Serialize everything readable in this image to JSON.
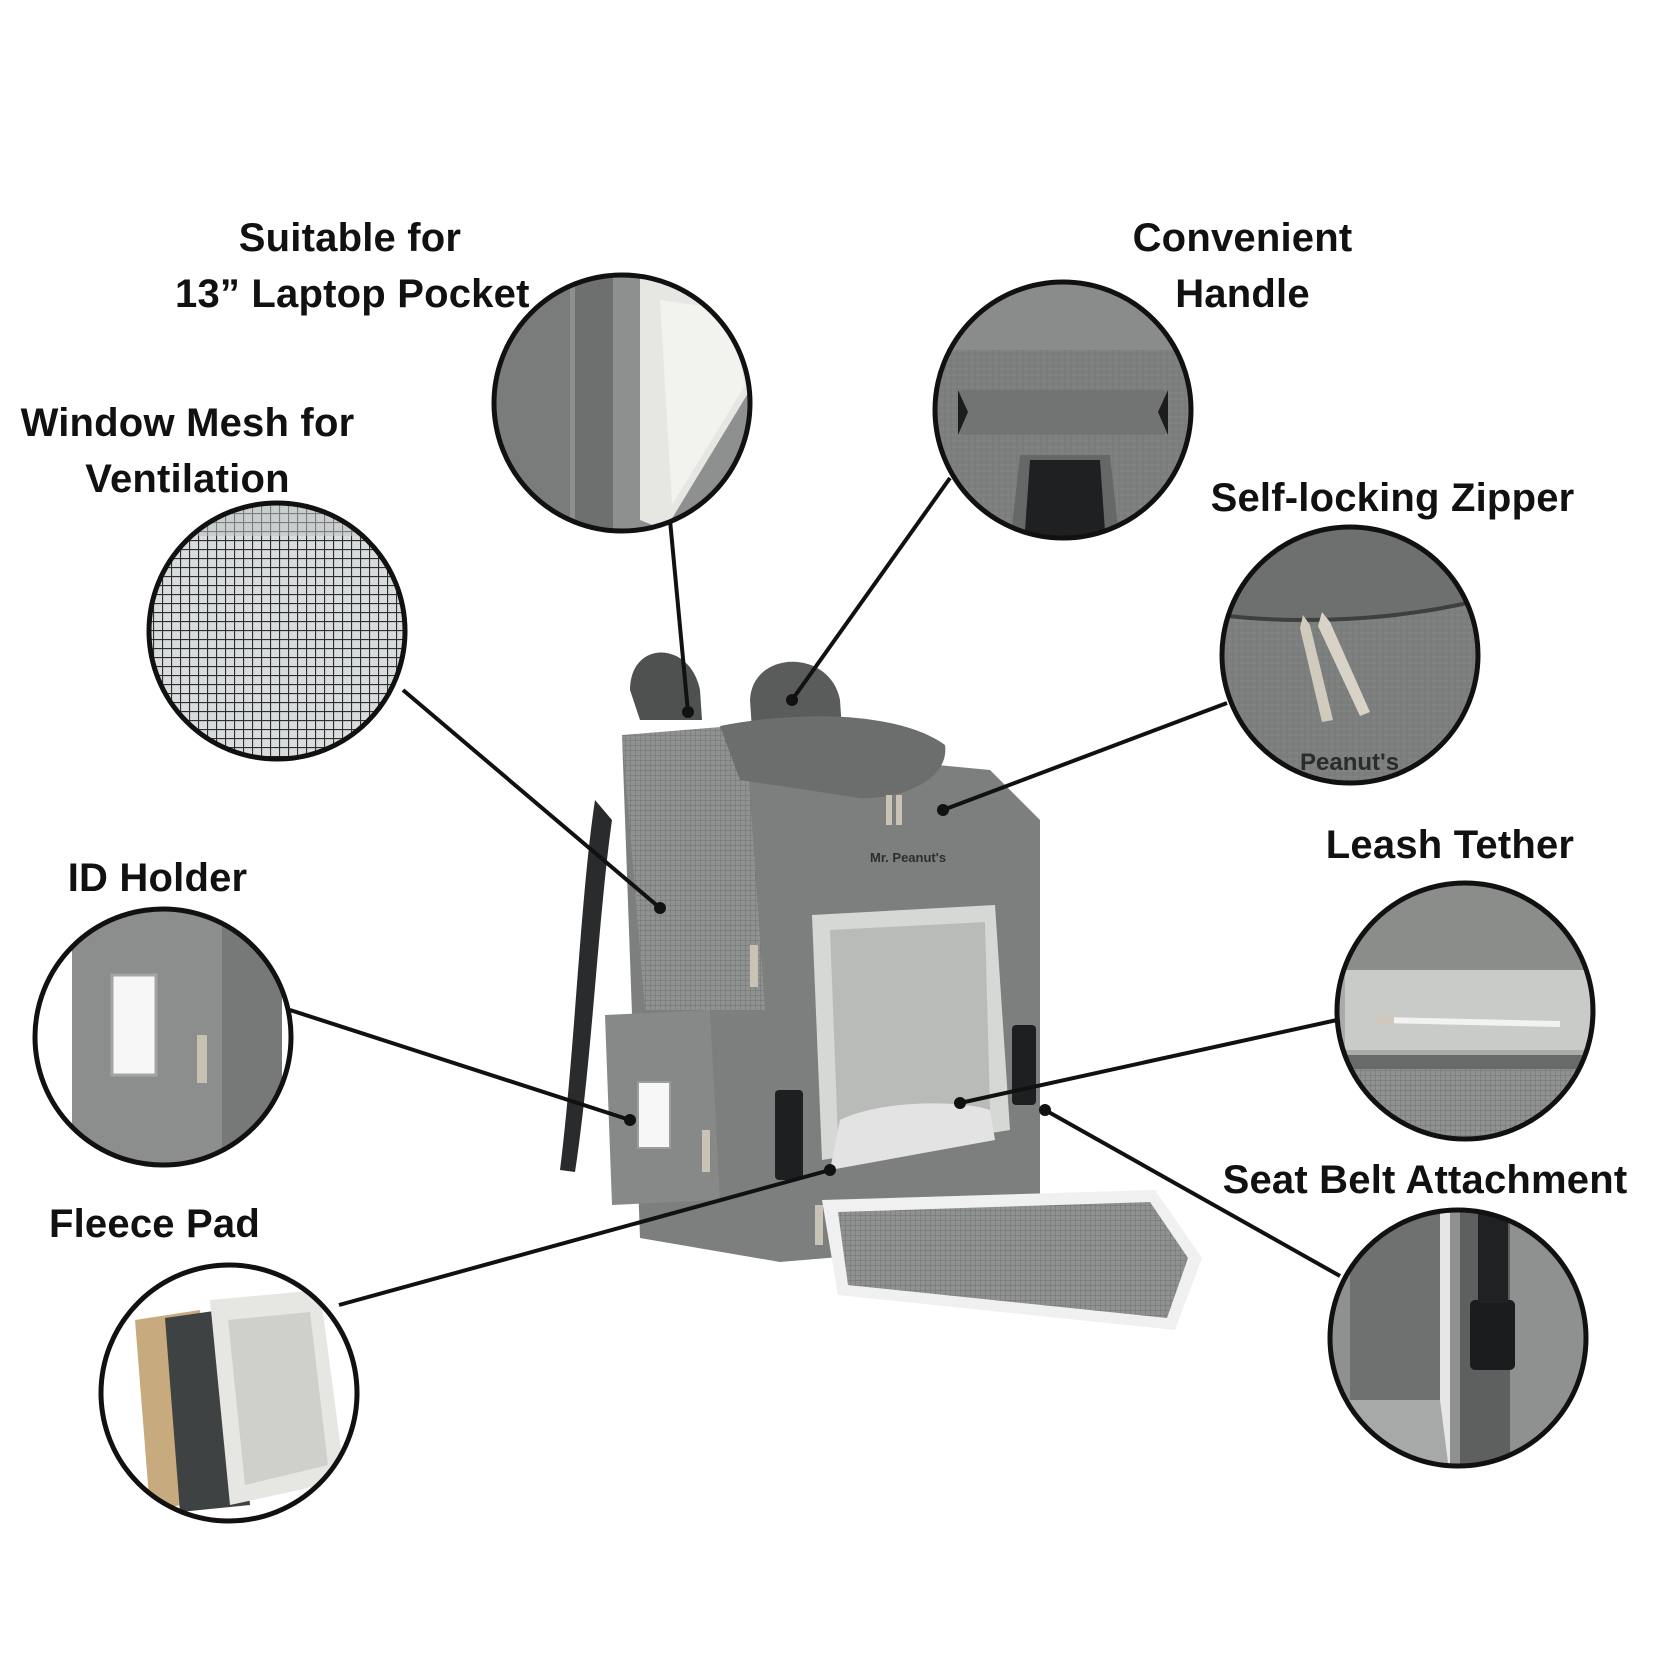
{
  "labels": {
    "laptop_pocket": [
      "Suitable for",
      "13” Laptop Pocket"
    ],
    "handle": [
      "Convenient",
      "Handle"
    ],
    "window_mesh": [
      "Window Mesh for",
      "Ventilation"
    ],
    "zipper": [
      "Self-locking Zipper"
    ],
    "id_holder": [
      "ID Holder"
    ],
    "leash": [
      "Leash Tether"
    ],
    "fleece": [
      "Fleece Pad"
    ],
    "seat_belt": [
      "Seat Belt Attachment"
    ]
  },
  "brand": {
    "front_logo": "Mr. Peanut's",
    "zipper_logo": "Peanut's"
  },
  "colors": {
    "fabric": "#7d7f7e",
    "fabric_dark": "#5f6161",
    "fabric_light": "#9a9c9b",
    "strap": "#2a2b2d",
    "fleece": "#d3d5d3",
    "outline": "#111111",
    "text": "#111111"
  }
}
